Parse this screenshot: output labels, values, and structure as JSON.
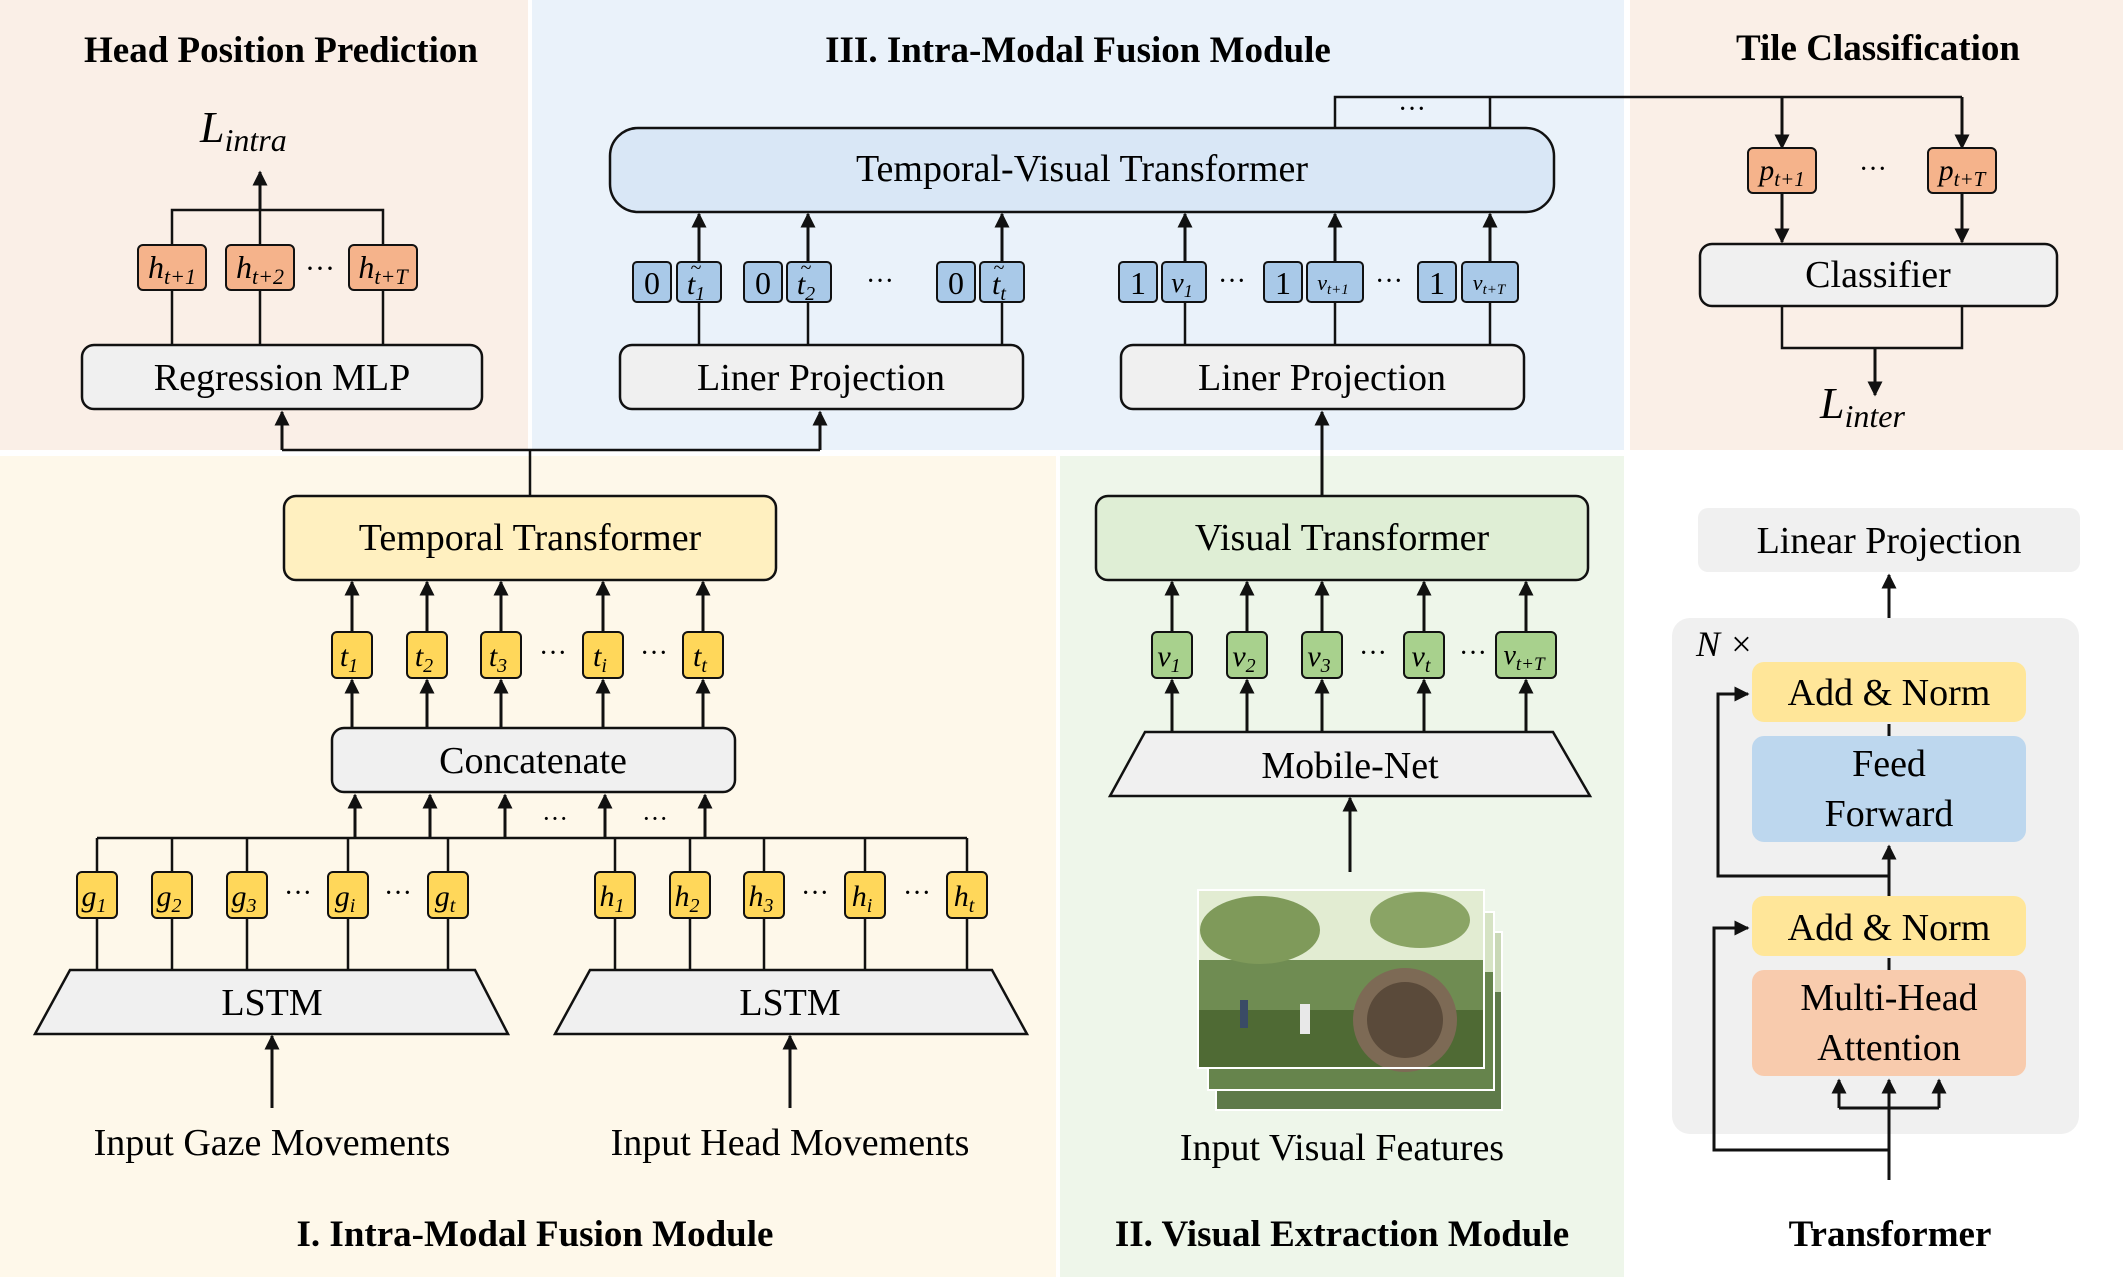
{
  "sections": {
    "head_position_prediction": "Head Position Prediction",
    "intra_modal_fusion_iii": "III. Intra-Modal Fusion Module",
    "tile_classification": "Tile Classification",
    "intra_modal_fusion_i": "I. Intra-Modal Fusion Module",
    "visual_extraction": "II. Visual Extraction Module",
    "transformer": "Transformer"
  },
  "blocks": {
    "regression_mlp": "Regression MLP",
    "temporal_visual_transformer": "Temporal-Visual Transformer",
    "liner_projection_left": "Liner Projection",
    "liner_projection_right": "Liner Projection",
    "classifier": "Classifier",
    "temporal_transformer": "Temporal Transformer",
    "visual_transformer": "Visual Transformer",
    "concatenate": "Concatenate",
    "mobile_net": "Mobile-Net",
    "lstm_gaze": "LSTM",
    "lstm_head": "LSTM"
  },
  "inputs": {
    "gaze": "Input Gaze Movements",
    "head": "Input Head Movements",
    "visual": "Input Visual Features"
  },
  "losses": {
    "intra": {
      "base": "L",
      "sub": "intra"
    },
    "inter": {
      "base": "L",
      "sub": "inter"
    }
  },
  "transformer_detail": {
    "linear_projection": "Linear Projection",
    "repeat_label": "N ×",
    "add_norm_top": "Add & Norm",
    "feed_forward_line1": "Feed",
    "feed_forward_line2": "Forward",
    "add_norm_bottom": "Add & Norm",
    "mha_line1": "Multi-Head",
    "mha_line2": "Attention"
  },
  "ellipsis": "···",
  "tokens": {
    "head_outputs": [
      {
        "base": "h",
        "sub": "t+1"
      },
      {
        "base": "h",
        "sub": "t+2"
      },
      {
        "base": "h",
        "sub": "t+T"
      }
    ],
    "tile_outputs": [
      {
        "base": "p",
        "sub": "t+1"
      },
      {
        "base": "p",
        "sub": "t+T"
      }
    ],
    "temporal_flags": [
      "0",
      "0",
      "0"
    ],
    "temporal_embeds": [
      {
        "base": "t",
        "sub": "1"
      },
      {
        "base": "t",
        "sub": "2"
      },
      {
        "base": "t",
        "sub": "t"
      }
    ],
    "visual_flags": [
      "1",
      "1",
      "1"
    ],
    "visual_embeds": [
      {
        "base": "v",
        "sub": "1"
      },
      {
        "base": "v",
        "sub": "t+1"
      },
      {
        "base": "v",
        "sub": "t+T"
      }
    ],
    "temporal_tokens": [
      {
        "base": "t",
        "sub": "1"
      },
      {
        "base": "t",
        "sub": "2"
      },
      {
        "base": "t",
        "sub": "3"
      },
      {
        "base": "t",
        "sub": "i"
      },
      {
        "base": "t",
        "sub": "t"
      }
    ],
    "visual_tokens": [
      {
        "base": "v",
        "sub": "1"
      },
      {
        "base": "v",
        "sub": "2"
      },
      {
        "base": "v",
        "sub": "3"
      },
      {
        "base": "v",
        "sub": "t"
      },
      {
        "base": "v",
        "sub": "t+T"
      }
    ],
    "gaze_tokens": [
      {
        "base": "g",
        "sub": "1"
      },
      {
        "base": "g",
        "sub": "2"
      },
      {
        "base": "g",
        "sub": "3"
      },
      {
        "base": "g",
        "sub": "i"
      },
      {
        "base": "g",
        "sub": "t"
      }
    ],
    "head_tokens": [
      {
        "base": "h",
        "sub": "1"
      },
      {
        "base": "h",
        "sub": "2"
      },
      {
        "base": "h",
        "sub": "3"
      },
      {
        "base": "h",
        "sub": "i"
      },
      {
        "base": "h",
        "sub": "t"
      }
    ]
  },
  "colors": {
    "head_region_bg": "#faefe7",
    "fusion3_region_bg": "#eaf2fa",
    "tile_region_bg": "#faefe7",
    "fusion1_region_bg": "#fef8ea",
    "visual_region_bg": "#eef6ea",
    "transformer_region_bg": "#ffffff",
    "block_gray": "#f0f0f0",
    "blue_block": "#d9e7f6",
    "yellow_block": "#fff0c0",
    "green_block": "#dfeed5",
    "orange_token": "#f5b38b",
    "yellow_token": "#ffd75a",
    "blue_token": "#a9c9e8",
    "green_token": "#a8d18d",
    "add_norm": "#ffe699",
    "feed_forward": "#bdd7ee",
    "mha": "#f8cbad",
    "transformer_panel": "#f0f0f0"
  }
}
